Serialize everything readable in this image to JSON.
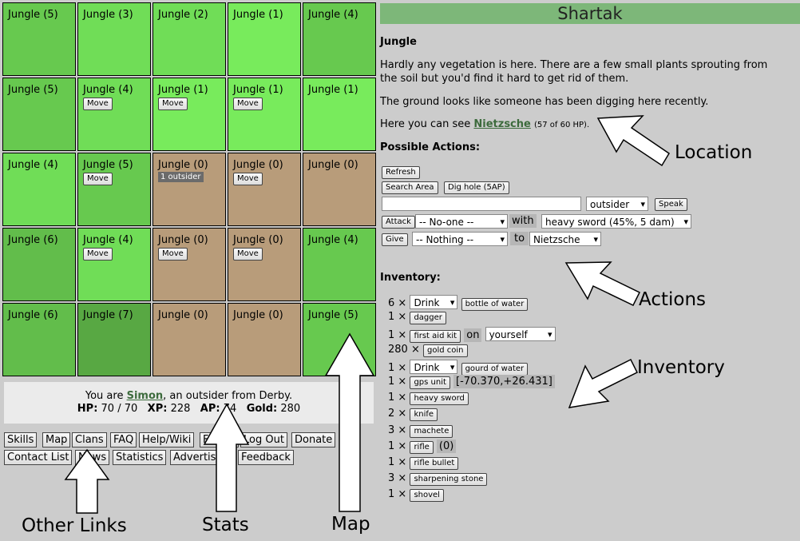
{
  "map": {
    "cells": [
      {
        "label": "Jungle (5)",
        "color": "#67c94f",
        "move": "",
        "outsider": ""
      },
      {
        "label": "Jungle (3)",
        "color": "#70dd57",
        "move": "",
        "outsider": ""
      },
      {
        "label": "Jungle (2)",
        "color": "#70dd57",
        "move": "",
        "outsider": ""
      },
      {
        "label": "Jungle (1)",
        "color": "#78eb5c",
        "move": "",
        "outsider": ""
      },
      {
        "label": "Jungle (4)",
        "color": "#67c94f",
        "move": "",
        "outsider": ""
      },
      {
        "label": "Jungle (5)",
        "color": "#67c94f",
        "move": "",
        "outsider": ""
      },
      {
        "label": "Jungle (4)",
        "color": "#70dd57",
        "move": "Move",
        "outsider": ""
      },
      {
        "label": "Jungle (1)",
        "color": "#78eb5c",
        "move": "Move",
        "outsider": ""
      },
      {
        "label": "Jungle (1)",
        "color": "#78eb5c",
        "move": "Move",
        "outsider": ""
      },
      {
        "label": "Jungle (1)",
        "color": "#78eb5c",
        "move": "",
        "outsider": ""
      },
      {
        "label": "Jungle (4)",
        "color": "#70dd57",
        "move": "",
        "outsider": ""
      },
      {
        "label": "Jungle (5)",
        "color": "#67c94f",
        "move": "Move",
        "outsider": ""
      },
      {
        "label": "Jungle (0)",
        "color": "#b89c7a",
        "move": "",
        "outsider": "1 outsider"
      },
      {
        "label": "Jungle (0)",
        "color": "#b89c7a",
        "move": "Move",
        "outsider": ""
      },
      {
        "label": "Jungle (0)",
        "color": "#b89c7a",
        "move": "",
        "outsider": ""
      },
      {
        "label": "Jungle (6)",
        "color": "#62bd4b",
        "move": "",
        "outsider": ""
      },
      {
        "label": "Jungle (4)",
        "color": "#70dd57",
        "move": "Move",
        "outsider": ""
      },
      {
        "label": "Jungle (0)",
        "color": "#b89c7a",
        "move": "Move",
        "outsider": ""
      },
      {
        "label": "Jungle (0)",
        "color": "#b89c7a",
        "move": "Move",
        "outsider": ""
      },
      {
        "label": "Jungle (4)",
        "color": "#67c94f",
        "move": "",
        "outsider": ""
      },
      {
        "label": "Jungle (6)",
        "color": "#62bd4b",
        "move": "",
        "outsider": ""
      },
      {
        "label": "Jungle (7)",
        "color": "#58a843",
        "move": "",
        "outsider": ""
      },
      {
        "label": "Jungle (0)",
        "color": "#b89c7a",
        "move": "",
        "outsider": ""
      },
      {
        "label": "Jungle (0)",
        "color": "#b89c7a",
        "move": "",
        "outsider": ""
      },
      {
        "label": "Jungle (5)",
        "color": "#67c94f",
        "move": "",
        "outsider": ""
      }
    ]
  },
  "stats": {
    "you_are": "You are",
    "name": "Simon",
    "from": ", an outsider from Derby.",
    "hp_label": "HP:",
    "hp": "70 / 70",
    "xp_label": "XP:",
    "xp": "228",
    "ap_label": "AP:",
    "ap": "74",
    "gold_label": "Gold:",
    "gold": "280"
  },
  "links": {
    "skills": "Skills",
    "map": "Map",
    "clans": "Clans",
    "faq": "FAQ",
    "help": "Help/Wiki",
    "forum": "Forum",
    "logout": "Log Out",
    "donate": "Donate",
    "contact": "Contact List",
    "news": "News",
    "statistics": "Statistics",
    "advertise": "Advertise",
    "feedback": "Feedback"
  },
  "location": {
    "game_title": "Shartak",
    "name": "Jungle",
    "desc1": "Hardly any vegetation is here. There are a few small plants sprouting from",
    "desc2": "the soil but you'd find it hard to get rid of them.",
    "desc3": "The ground looks like someone has been digging here recently.",
    "see_prefix": "Here you can see",
    "see_name": "Nietzsche",
    "see_hp": "(57 of 60 HP)."
  },
  "actions": {
    "heading": "Possible Actions:",
    "refresh": "Refresh",
    "search": "Search Area",
    "dig": "Dig hole (5AP)",
    "speak_target": "outsider",
    "speak": "Speak",
    "attack": "Attack",
    "attack_target": "-- No-one --",
    "with": "with",
    "weapon": "heavy sword (45%, 5 dam)",
    "give": "Give",
    "give_item": "-- Nothing --",
    "to": "to",
    "give_target": "Nietzsche"
  },
  "inventory": {
    "heading": "Inventory:",
    "items": [
      {
        "qty": "6 ×",
        "select": "Drink",
        "name": "bottle of water",
        "extra": ""
      },
      {
        "qty": "1 ×",
        "select": "",
        "name": "dagger",
        "extra": ""
      },
      {
        "qty": "1 ×",
        "select": "",
        "name": "first aid kit",
        "extra": "on",
        "target": "yourself"
      },
      {
        "qty": "280 ×",
        "select": "",
        "name": "gold coin",
        "extra": ""
      },
      {
        "qty": "1 ×",
        "select": "Drink",
        "name": "gourd of water",
        "extra": ""
      },
      {
        "qty": "1 ×",
        "select": "",
        "name": "gps unit",
        "extra": "[-70.370,+26.431]"
      },
      {
        "qty": "1 ×",
        "select": "",
        "name": "heavy sword",
        "extra": ""
      },
      {
        "qty": "2 ×",
        "select": "",
        "name": "knife",
        "extra": ""
      },
      {
        "qty": "3 ×",
        "select": "",
        "name": "machete",
        "extra": ""
      },
      {
        "qty": "1 ×",
        "select": "",
        "name": "rifle",
        "extra": "(0)"
      },
      {
        "qty": "1 ×",
        "select": "",
        "name": "rifle bullet",
        "extra": ""
      },
      {
        "qty": "3 ×",
        "select": "",
        "name": "sharpening stone",
        "extra": ""
      },
      {
        "qty": "1 ×",
        "select": "",
        "name": "shovel",
        "extra": ""
      }
    ]
  },
  "annotations": {
    "location": "Location",
    "actions": "Actions",
    "inventory": "Inventory",
    "map": "Map",
    "stats": "Stats",
    "other_links": "Other Links"
  }
}
